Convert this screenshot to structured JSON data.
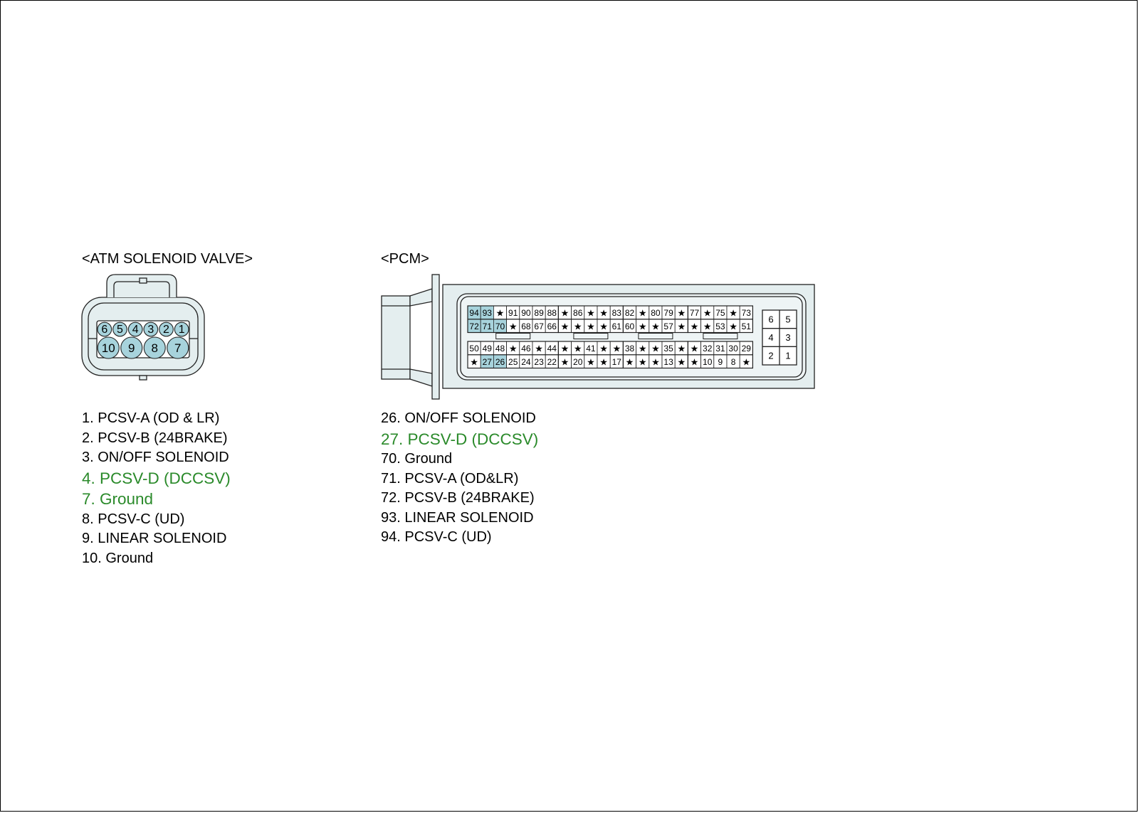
{
  "colors": {
    "highlight_text": "#2a8a2a",
    "pin_fill": "#a7d3dc",
    "body_fill": "#e4eeef",
    "outline": "#222222"
  },
  "atm": {
    "title": "<ATM SOLENOID VALVE>",
    "connector_top_pins": [
      "6",
      "5",
      "4",
      "3",
      "2",
      "1"
    ],
    "connector_bottom_pins": [
      "10",
      "9",
      "8",
      "7"
    ],
    "pins": [
      {
        "label": "1. PCSV-A (OD & LR)",
        "highlight": false
      },
      {
        "label": "2. PCSV-B (24BRAKE)",
        "highlight": false
      },
      {
        "label": "3. ON/OFF SOLENOID",
        "highlight": false
      },
      {
        "label": "4. PCSV-D (DCCSV)",
        "highlight": true
      },
      {
        "label": "7. Ground",
        "highlight": true
      },
      {
        "label": "8. PCSV-C (UD)",
        "highlight": false
      },
      {
        "label": "9. LINEAR SOLENOID",
        "highlight": false
      },
      {
        "label": "10. Ground",
        "highlight": false
      }
    ]
  },
  "pcm": {
    "title": "<PCM>",
    "rows": [
      [
        "94",
        "93",
        "★",
        "91",
        "90",
        "89",
        "88",
        "★",
        "86",
        "★",
        "★",
        "83",
        "82",
        "★",
        "80",
        "79",
        "★",
        "77",
        "★",
        "75",
        "★",
        "73"
      ],
      [
        "72",
        "71",
        "70",
        "★",
        "68",
        "67",
        "66",
        "★",
        "★",
        "★",
        "★",
        "61",
        "60",
        "★",
        "★",
        "57",
        "★",
        "★",
        "★",
        "53",
        "★",
        "51"
      ],
      [
        "50",
        "49",
        "48",
        "★",
        "46",
        "★",
        "44",
        "★",
        "★",
        "41",
        "★",
        "★",
        "38",
        "★",
        "★",
        "35",
        "★",
        "★",
        "32",
        "31",
        "30",
        "29"
      ],
      [
        "★",
        "27",
        "26",
        "25",
        "24",
        "23",
        "22",
        "★",
        "20",
        "★",
        "★",
        "17",
        "★",
        "★",
        "★",
        "13",
        "★",
        "★",
        "10",
        "9",
        "8",
        "★"
      ]
    ],
    "highlighted_pins": [
      "94",
      "93",
      "72",
      "71",
      "70",
      "27",
      "26"
    ],
    "power_pins": [
      [
        "6",
        "5"
      ],
      [
        "4",
        "3"
      ],
      [
        "2",
        "1"
      ]
    ],
    "pins": [
      {
        "label": "26. ON/OFF SOLENOID",
        "highlight": false
      },
      {
        "label": "27. PCSV-D (DCCSV)",
        "highlight": true
      },
      {
        "label": "70. Ground",
        "highlight": false
      },
      {
        "label": "71. PCSV-A (OD&LR)",
        "highlight": false
      },
      {
        "label": "72. PCSV-B (24BRAKE)",
        "highlight": false
      },
      {
        "label": "93. LINEAR SOLENOID",
        "highlight": false
      },
      {
        "label": "94. PCSV-C (UD)",
        "highlight": false
      }
    ]
  }
}
